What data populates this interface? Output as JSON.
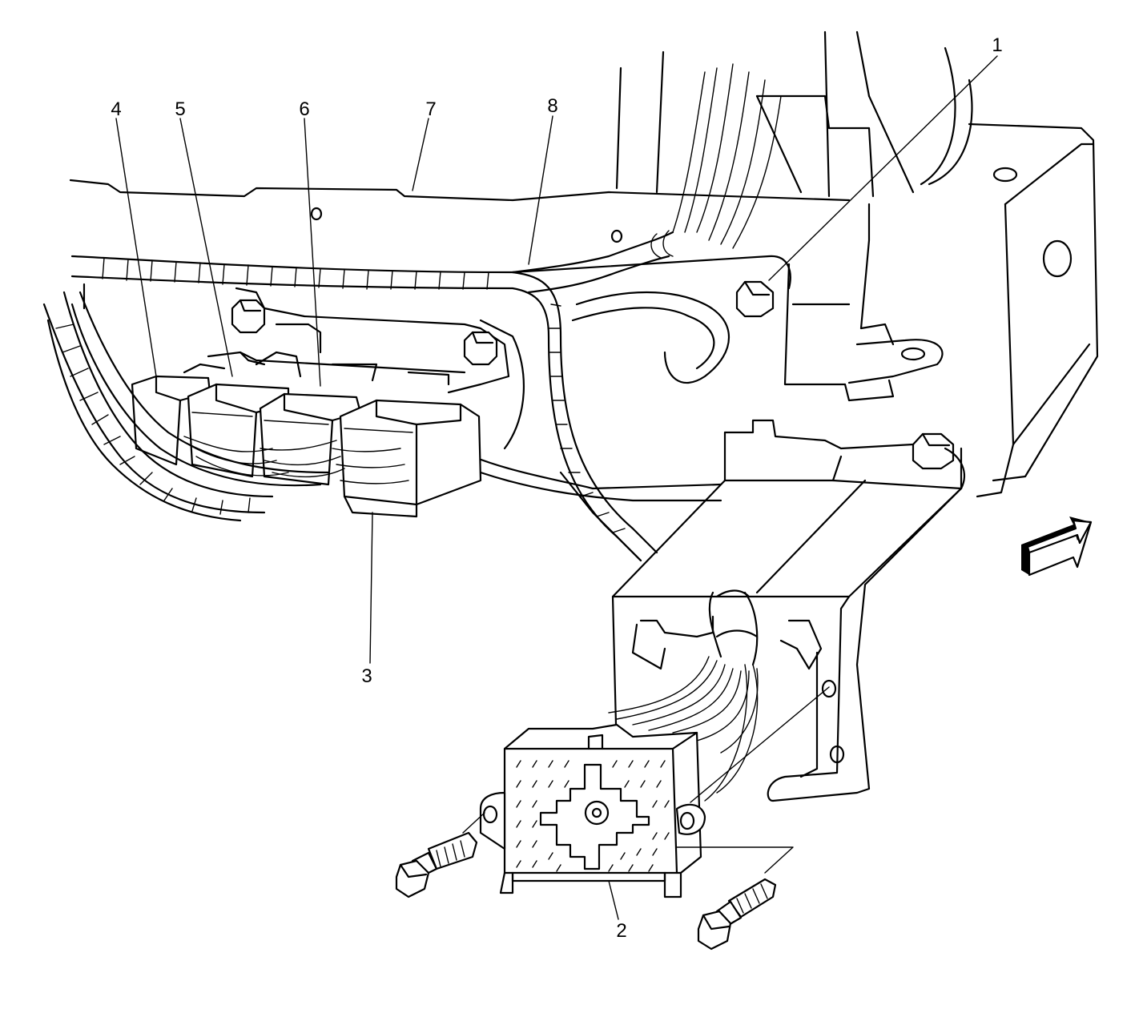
{
  "callouts": {
    "c1": "1",
    "c2": "2",
    "c3": "3",
    "c4": "4",
    "c5": "5",
    "c6": "6",
    "c7": "7",
    "c8": "8"
  },
  "colors": {
    "line": "#000000",
    "background": "#ffffff"
  },
  "icons": {
    "direction_arrow": "forward-arrow-icon",
    "bolts": "hex-bolt-icon",
    "screws": "screw-icon"
  }
}
